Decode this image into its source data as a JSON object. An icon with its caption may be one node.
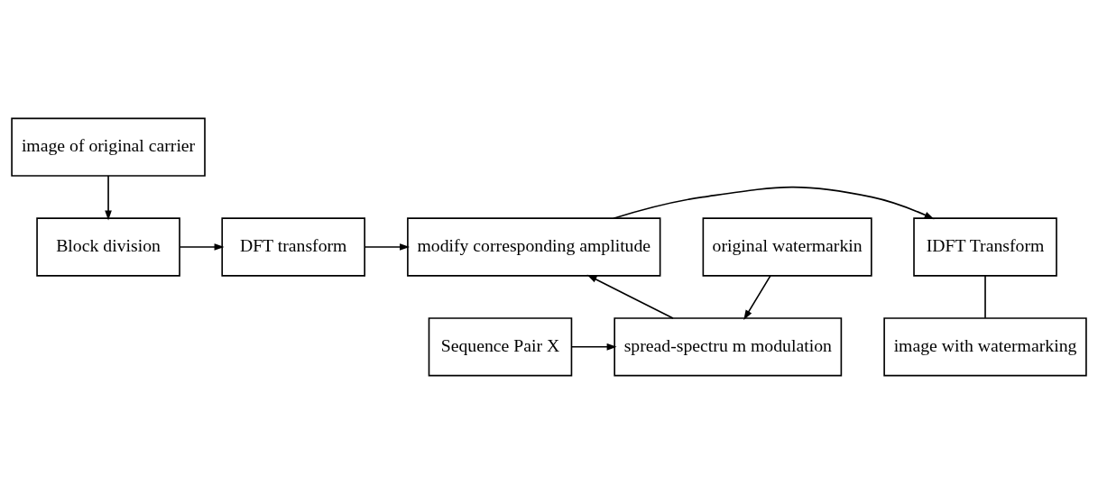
{
  "diagram": {
    "nodes": [
      {
        "text": [
          "image of original carrier"
        ]
      },
      {
        "text": [
          "Block division"
        ]
      },
      {
        "text": [
          "DFT transform"
        ]
      },
      {
        "text": [
          "modify corresponding amplitude"
        ]
      },
      {
        "text": [
          "IDFT Transform"
        ]
      },
      {
        "text": [
          "Sequence Pair X"
        ]
      },
      {
        "text": [
          "image with watermarking"
        ]
      },
      {
        "text": [
          "spread-spectru m modulation"
        ]
      },
      {
        "text": [
          "original watermarkin"
        ]
      }
    ],
    "edges": [
      {
        "from": 0,
        "to": 1,
        "arrow": "to"
      },
      {
        "from": 1,
        "to": 2,
        "arrow": "to"
      },
      {
        "from": 2,
        "to": 3,
        "arrow": "to"
      },
      {
        "from": 3,
        "to": 4,
        "arrow": "to"
      },
      {
        "from": 4,
        "to": 6,
        "arrow": "none"
      },
      {
        "from": 5,
        "to": 7,
        "arrow": "to"
      },
      {
        "from": 7,
        "to": 3,
        "arrow": "to"
      },
      {
        "from": 8,
        "to": 7,
        "arrow": "to"
      }
    ]
  }
}
